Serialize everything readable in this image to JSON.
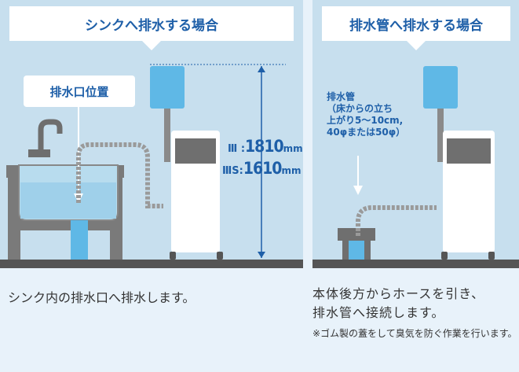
{
  "left_panel": {
    "title": "シンクへ排水する場合",
    "drain_label": "排水口位置",
    "height_ii_model": "Ⅲ",
    "height_ii_value": "1810",
    "height_ii_unit": "mm",
    "height_iis_model": "ⅢS",
    "height_iis_value": "1610",
    "height_iis_unit": "mm",
    "caption": "シンク内の排水口へ排水します。"
  },
  "right_panel": {
    "title": "排水管へ排水する場合",
    "pipe_note": "排水管\n（床からの立ち\n上がり5～10cm,\n40φまたは50φ）",
    "caption": "本体後方からホースを引き、\n排水管へ接続します。",
    "note": "※ゴム製の蓋をして臭気を防ぐ作業を行います。"
  },
  "colors": {
    "panel_bg": "#c7dfee",
    "page_bg": "#e8f2fa",
    "accent_blue": "#1e5fa8",
    "tank_blue": "#5fb8e6",
    "floor": "#555555",
    "sink_gray": "#7a7a7a"
  }
}
